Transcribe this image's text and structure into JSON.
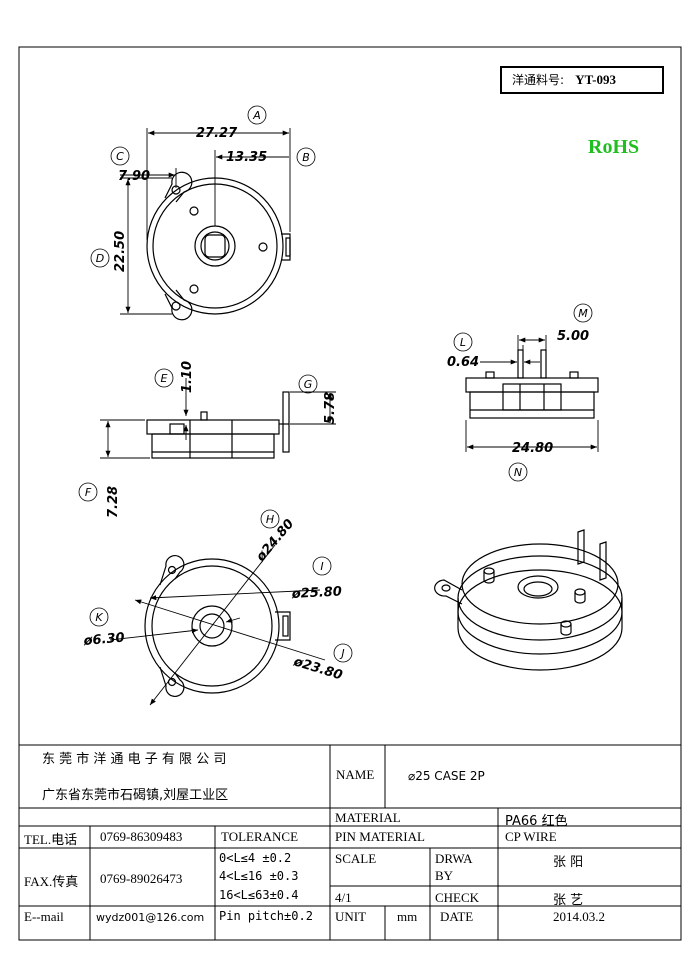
{
  "part_number": {
    "label": "洋通料号:",
    "value": "YT-093"
  },
  "rohs": "RoHS",
  "dimensions": {
    "A": "27.27",
    "B": "13.35",
    "C": "7.90",
    "D": "22.50",
    "E": "1.10",
    "F": "7.28",
    "G": "5.78",
    "H": "ø24.80",
    "I": "ø25.80",
    "J": "ø23.80",
    "K": "ø6.30",
    "L": "0.64",
    "M": "5.00",
    "N": "24.80"
  },
  "title_block": {
    "company_name": "东 莞 市 洋 通 电 子 有 限 公 司",
    "company_address": "广东省东莞市石碣镇,刘屋工业区",
    "name_label": "NAME",
    "name_value": "⌀25 CASE 2P",
    "tel_label": "TEL.电话",
    "tel_value": "0769-86309483",
    "fax_label": "FAX.传真",
    "fax_value": "0769-89026473",
    "email_label": "E--mail",
    "email_value": "wydz001@126.com",
    "tolerance_label": "TOLERANCE",
    "tolerance_lines": [
      "0<L≤4  ±0.2",
      "4<L≤16 ±0.3",
      "16<L≤63±0.4",
      "Pin pitch±0.2"
    ],
    "material_label": "MATERIAL",
    "material_value": "PA66 红色",
    "pin_material_label": "PIN MATERIAL",
    "pin_material_value": "CP WIRE",
    "scale_label": "SCALE",
    "scale_value": "4/1",
    "draw_label_1": "DRWA",
    "draw_label_2": "BY",
    "draw_value": "张 阳",
    "check_label": "CHECK",
    "check_value": "张 艺",
    "unit_label": "UNIT",
    "unit_value": "mm",
    "date_label": "DATE",
    "date_value": "2014.03.2"
  }
}
